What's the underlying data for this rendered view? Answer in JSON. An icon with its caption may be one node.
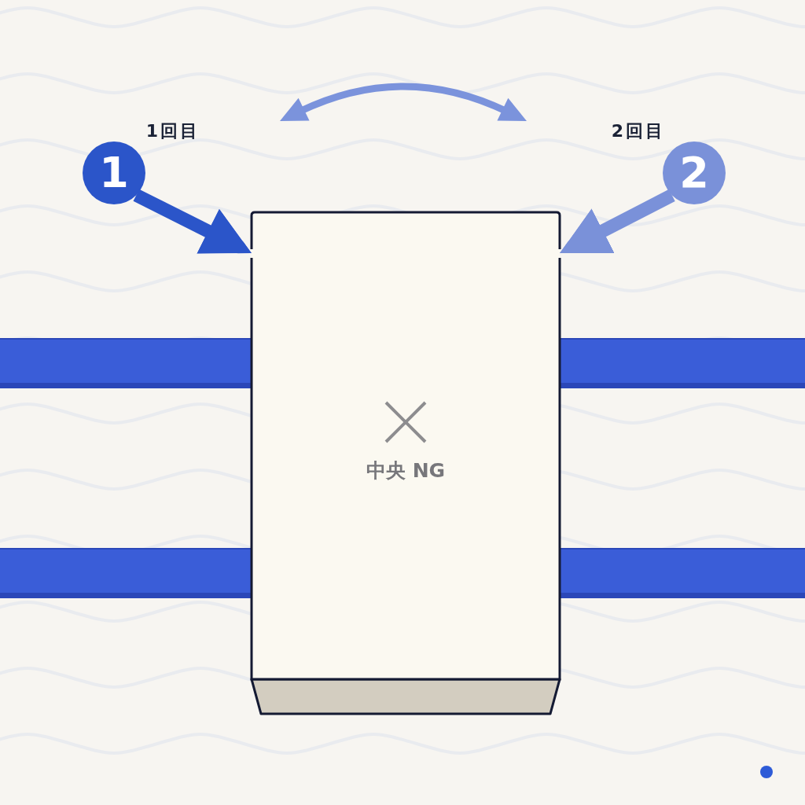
{
  "diagram": {
    "nodes": [
      {
        "text": [
          "1"
        ],
        "beside": [
          "1回目"
        ]
      },
      {
        "text": [
          "2"
        ],
        "beside": [
          "2回目"
        ]
      },
      {
        "text": [
          "中央 NG"
        ]
      }
    ],
    "edges": [
      {
        "from": 0,
        "to": 2,
        "arrow": "to",
        "color": "#2b55c9"
      },
      {
        "from": 1,
        "to": 2,
        "arrow": "to",
        "color": "#7a91d9"
      }
    ]
  }
}
